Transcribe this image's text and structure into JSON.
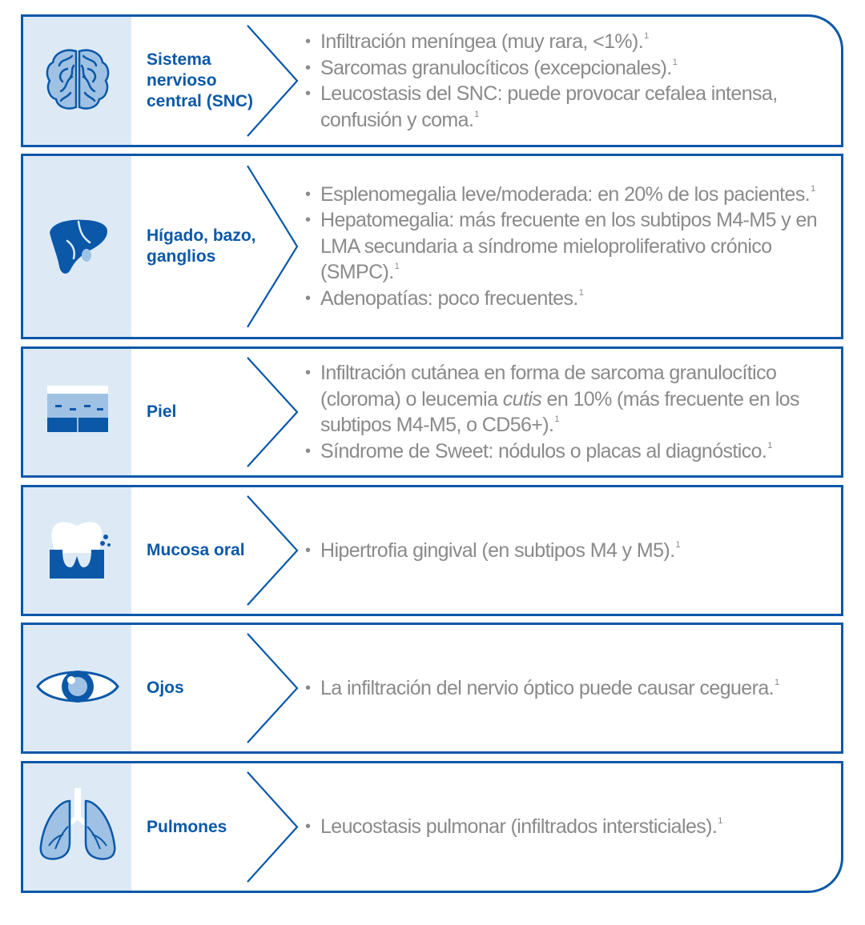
{
  "colors": {
    "accent": "#0b58a8",
    "icon_bg": "#ddeaf6",
    "text": "#8a8a8a",
    "icon_light": "#9fc1e4"
  },
  "rows": [
    {
      "label": "Sistema\nnervioso\ncentral (SNC)",
      "icon": "brain-icon",
      "bullets": [
        {
          "text": "Infiltración meníngea (muy rara, <1%).",
          "ref": "1"
        },
        {
          "text": "Sarcomas granulocíticos (excepcionales).",
          "ref": "1"
        },
        {
          "text": "Leucostasis del SNC: puede provocar cefalea intensa, confusión y coma.",
          "ref": "1"
        }
      ]
    },
    {
      "label": "Hígado, bazo,\nganglios",
      "icon": "liver-icon",
      "bullets": [
        {
          "text": "Esplenomegalia leve/moderada: en 20% de los pacientes.",
          "ref": "1"
        },
        {
          "text": "Hepatomegalia: más frecuente en los subtipos M4-M5 y en LMA secundaria a síndrome mieloproliferativo crónico (SMPC).",
          "ref": "1"
        },
        {
          "text": "Adenopatías: poco frecuentes.",
          "ref": "1"
        }
      ]
    },
    {
      "label": "Piel",
      "icon": "skin-icon",
      "bullets": [
        {
          "pre": "Infiltración cutánea en forma de sarcoma granulocítico (cloroma) o leucemia ",
          "em": "cutis",
          "post": " en 10% (más frecuente en los subtipos M4-M5, o CD56+).",
          "ref": "1"
        },
        {
          "text": "Síndrome de Sweet: nódulos o placas al diagnóstico.",
          "ref": "1"
        }
      ]
    },
    {
      "label": "Mucosa oral",
      "icon": "tooth-icon",
      "bullets": [
        {
          "text": "Hipertrofia gingival (en subtipos M4 y M5).",
          "ref": "1"
        }
      ]
    },
    {
      "label": "Ojos",
      "icon": "eye-icon",
      "bullets": [
        {
          "text": "La infiltración del nervio óptico puede causar ceguera.",
          "ref": "1"
        }
      ]
    },
    {
      "label": "Pulmones",
      "icon": "lungs-icon",
      "bullets": [
        {
          "text": "Leucostasis pulmonar (infiltrados intersticiales).",
          "ref": "1"
        }
      ]
    }
  ]
}
